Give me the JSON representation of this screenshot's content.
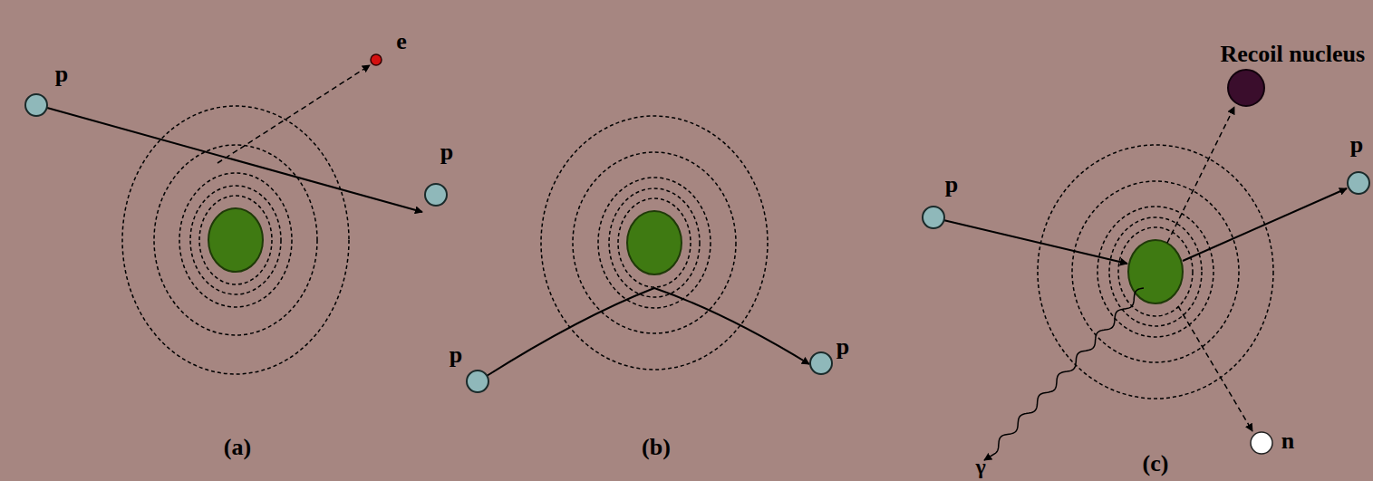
{
  "diagram": {
    "labels": [
      "p",
      "e",
      "p",
      "(a)",
      "p",
      "p",
      "(b)",
      "Recoil nucleus",
      "p",
      "p",
      "γ",
      "n",
      "(c)"
    ]
  }
}
